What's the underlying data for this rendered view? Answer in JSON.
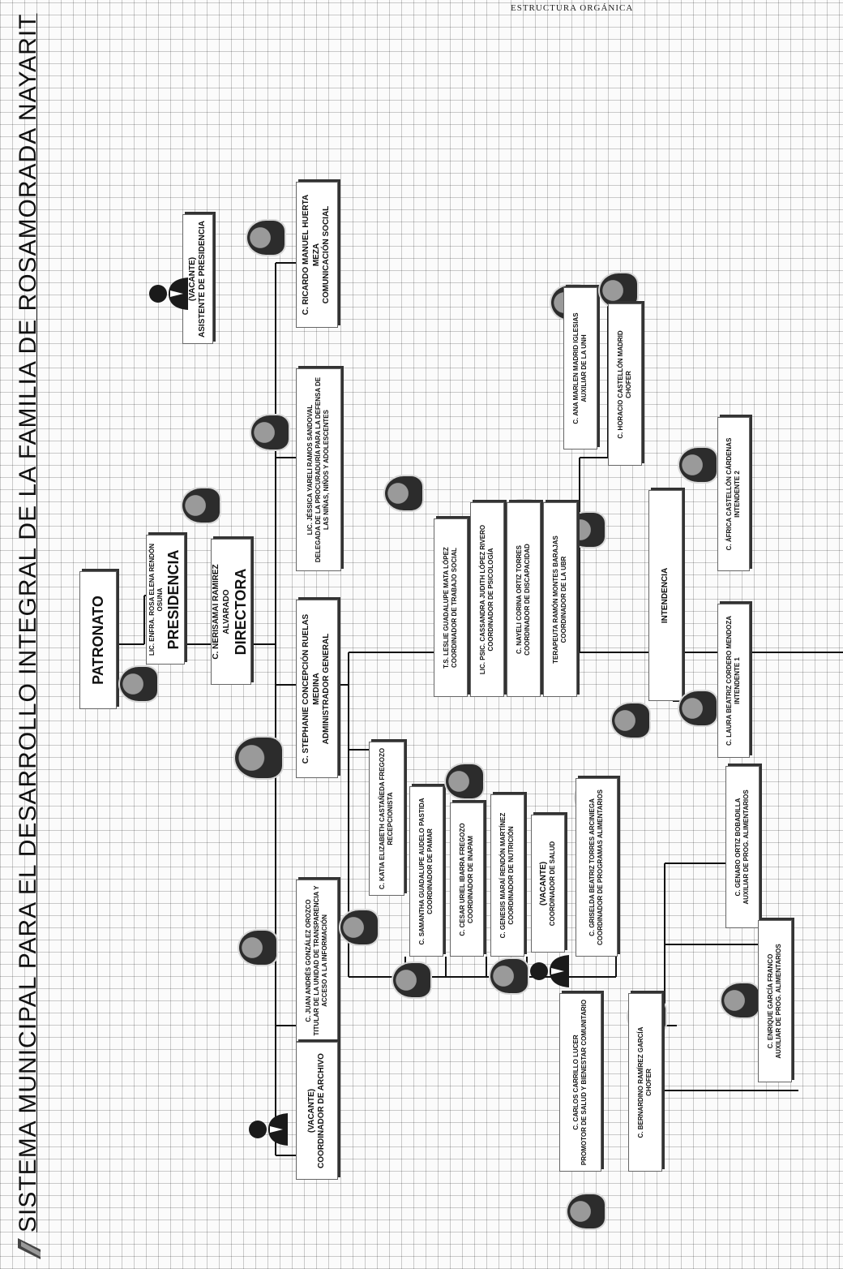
{
  "header": {
    "subtitle": "ESTRUCTURA ORGÁNICA",
    "title": "SISTEMA MUNICIPAL PARA EL DESARROLLO INTEGRAL DE LA FAMILIA DE ROSAMORADA NAYARIT"
  },
  "nodes": {
    "patronato": {
      "role": "PATRONATO"
    },
    "presidencia": {
      "name": "LIC. ENFRA. ROSA ELENA RENDÓN OSUNA",
      "role": "PRESIDENCIA"
    },
    "asistente": {
      "name": "(VACANTE)",
      "role": "ASISTENTE DE PRESIDENCIA"
    },
    "directora": {
      "name": "C. NERISAMAI RAMIREZ ALVARADO",
      "role": "DIRECTORA"
    },
    "comunicacion": {
      "name": "C. RICARDO MANUEL HUERTA MEZA",
      "role": "COMUNICACIÓN SOCIAL"
    },
    "procuraduria": {
      "name": "LIC. JÉSSICA YARELI RAMOS SANDOVAL",
      "role": "DELEGADA DE LA PROCURADURÍA PARA LA DEFENSA DE LAS NIÑAS, NIÑOS Y ADOLESCENTES"
    },
    "administrador": {
      "name": "C. STEPHANIE CONCEPCIÓN RUELAS MEDINA",
      "role": "ADMINISTRADOR GENERAL"
    },
    "transparencia": {
      "name": "C. JUAN ANDRÉS GONZÁLEZ OROZCO",
      "role": "TITULAR DE LA UNIDAD DE TRANSPARENCIA Y ACCESO A LA INFORMACIÓN"
    },
    "archivo": {
      "name": "(VACANTE)",
      "role": "COORDINADOR DE ARCHIVO"
    },
    "trabajo_social": {
      "name": "T.S. LESLIE GUADALUPE MATA LÓPEZ",
      "role": "COORDINADOR DE TRABAJO SOCIAL"
    },
    "psicologia": {
      "name": "LIC. PSIC. CASSANDRA JUDITH LÓPEZ RIVERO",
      "role": "COORDINADOR DE PSICOLOGÍA"
    },
    "discapacidad": {
      "name": "C. NAYELI CORINA ORTIZ TORRES",
      "role": "COORDINADOR DE DISCAPACIDAD"
    },
    "ubr": {
      "name": "TERAPEUTA RAMÓN MONTES BARAJAS",
      "role": "COORDINADOR DE LA UBR"
    },
    "unh": {
      "name": "C. ANA MARLEN MADRID IGLESIAS",
      "role": "AUXILIAR DE LA UNH"
    },
    "chofer1": {
      "name": "C. HORACIO CASTELLÓN MADRID",
      "role": "CHOFER"
    },
    "intendencia": {
      "role": "INTENDENCIA"
    },
    "intendente1": {
      "name": "C. LAURA BEATRIZ CORDERO MENDOZA",
      "role": "INTENDENTE 1"
    },
    "intendente2": {
      "name": "C. ÁFRICA CASTELLÓN CÁRDENAS",
      "role": "INTENDENTE 2"
    },
    "recepcion": {
      "name": "C. KATIA ELIZABETH CASTAÑEDA FREGOZO",
      "role": "RECEPCIONISTA"
    },
    "pamar": {
      "name": "C. SAMANTHA GUADALUPE AUDELO PASTIDA",
      "role": "COORDINADOR DE PAMAR"
    },
    "inapam": {
      "name": "C. CESAR URIEL IBARRA FREGOZO",
      "role": "COORDINADOR DE INAPAM"
    },
    "nutricion": {
      "name": "C. GENESIS MARAÍ RENDÓN MARTÍNEZ",
      "role": "COORDINADOR DE NUTRICIÓN"
    },
    "salud": {
      "name": "(VACANTE)",
      "role": "COORDINADOR DE SALUD"
    },
    "alimentarios": {
      "name": "C. GRISELDA BEATRIZ TORRES ARCINIEGA",
      "role": "COORDINADOR DE PROGRAMAS ALIMENTARIOS"
    },
    "promotor": {
      "name": "C. CARLOS CARRILLO LUCER",
      "role": "PROMOTOR DE SALUD Y BIENESTAR COMUNITARIO"
    },
    "chofer2": {
      "name": "C. BERNARDINO RAMÍREZ GARCÍA",
      "role": "CHOFER"
    },
    "aux_alim1": {
      "name": "C. ENRIQUE GARCÍA FRANCO",
      "role": "AUXILIAR DE PROG. ALIMENTARIOS"
    },
    "aux_alim2": {
      "name": "C. GENARO ORTIZ BOBADILLA",
      "role": "AUXILIAR DE PROG. ALIMENTARIOS"
    }
  }
}
